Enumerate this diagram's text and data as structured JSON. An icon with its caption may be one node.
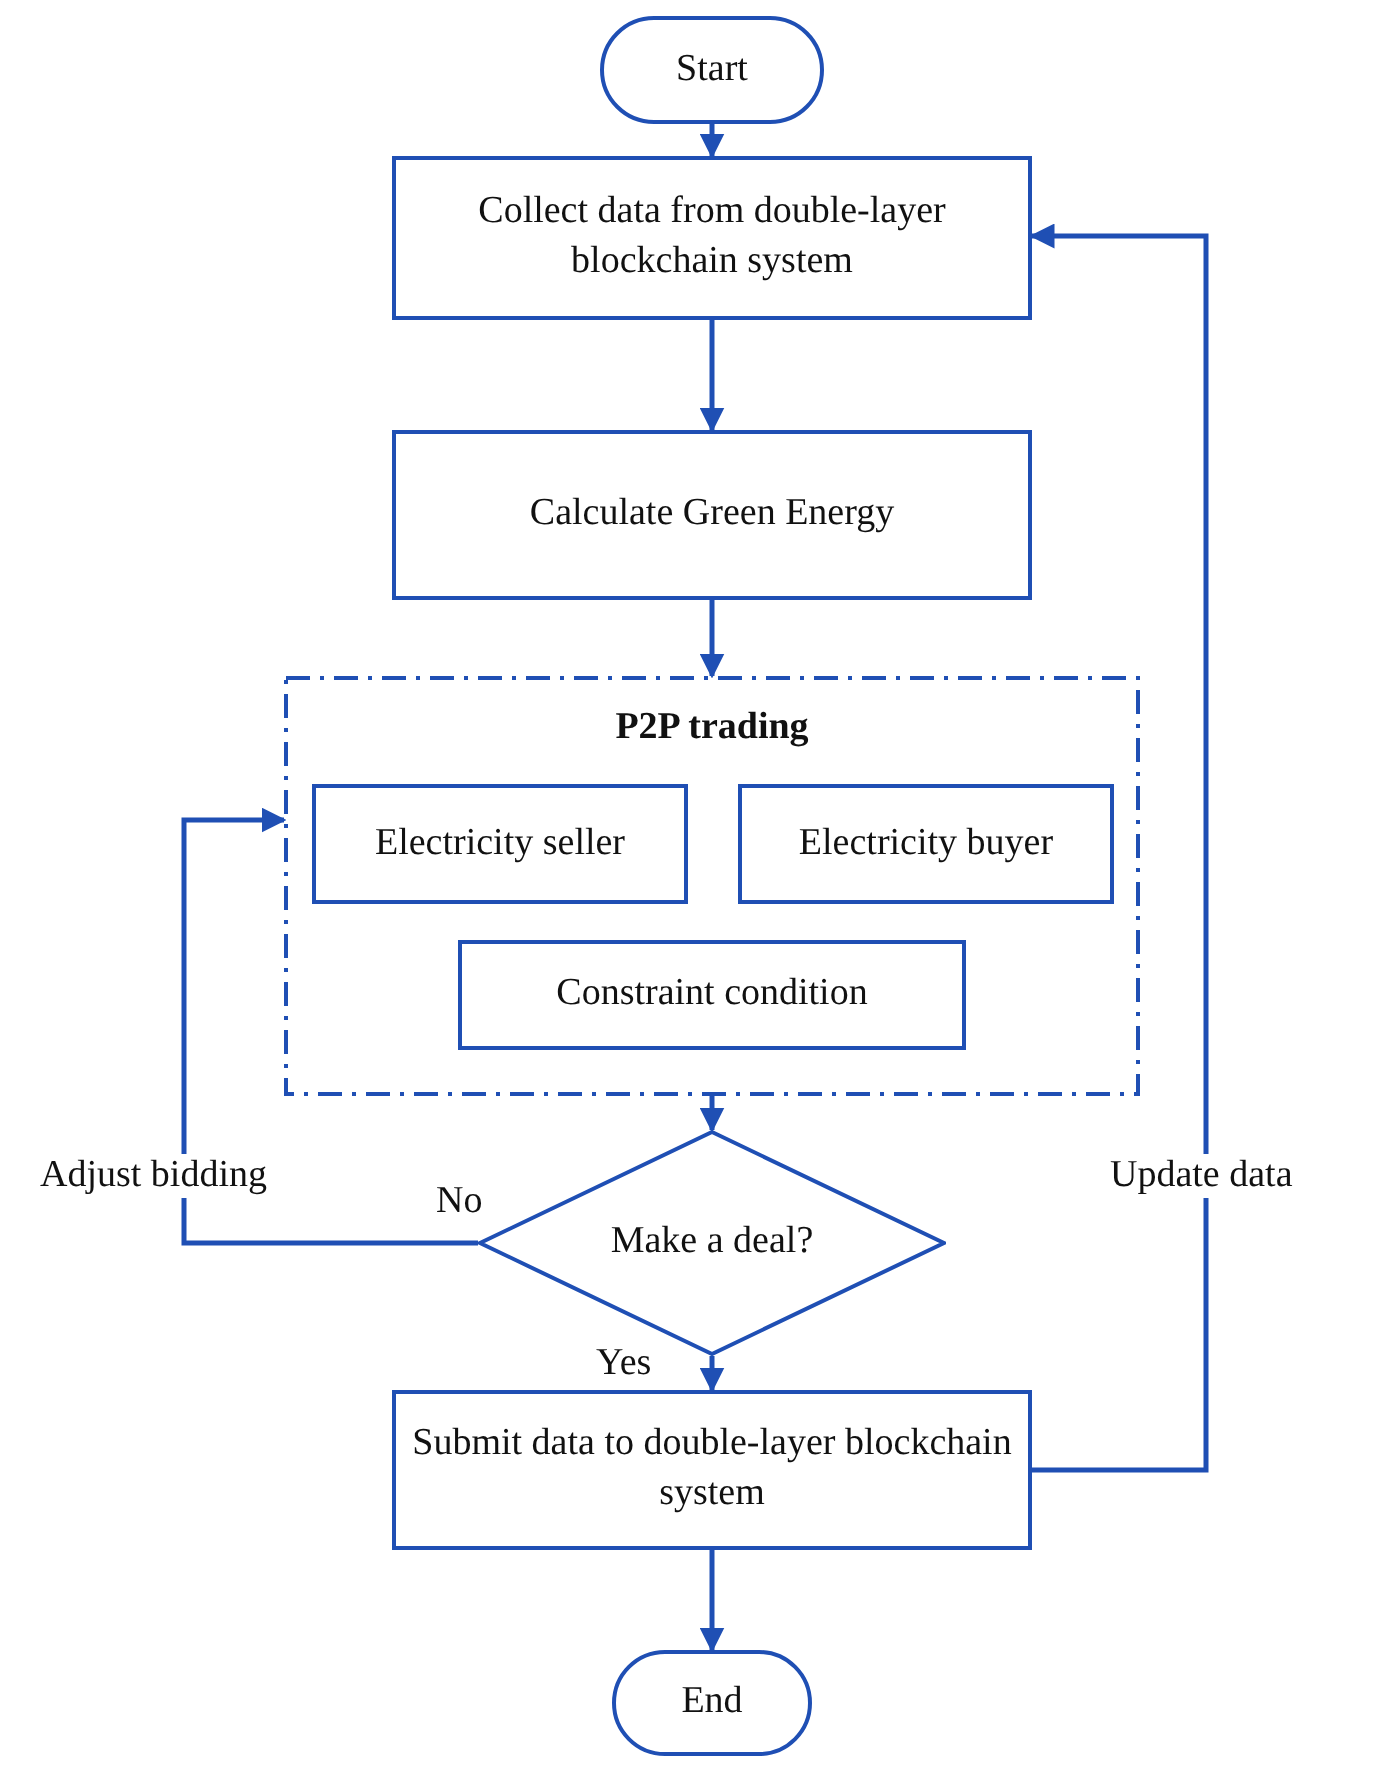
{
  "diagram": {
    "nodes": [
      {
        "text": [
          "Start"
        ]
      },
      {
        "text": [
          "Collect data from double-layer blockchain system"
        ]
      },
      {
        "text": [
          "Calculate Green Energy"
        ]
      },
      {
        "text": [
          "P2P trading"
        ]
      },
      {
        "text": [
          "Electricity seller"
        ],
        "in": 3
      },
      {
        "text": [
          "Electricity buyer"
        ],
        "in": 3
      },
      {
        "text": [
          "Constraint condition"
        ],
        "in": 3
      },
      {
        "text": [
          "Make a deal?"
        ]
      },
      {
        "text": [
          "Submit data to double-layer blockchain system"
        ]
      },
      {
        "text": [
          "End"
        ]
      }
    ],
    "edges": [
      {
        "from": 0,
        "to": 1,
        "arrow": "to"
      },
      {
        "from": 1,
        "to": 2,
        "arrow": "to"
      },
      {
        "from": 2,
        "to": 3,
        "arrow": "to"
      },
      {
        "from": 3,
        "to": 7,
        "arrow": "to"
      },
      {
        "from": 7,
        "to": 8,
        "arrow": "to",
        "label": "Yes"
      },
      {
        "from": 7,
        "to": 3,
        "arrow": "to",
        "label": "No"
      },
      {
        "from": 8,
        "to": 9,
        "arrow": "to"
      },
      {
        "from": 8,
        "to": 1,
        "arrow": "to"
      }
    ],
    "labels": [
      "Adjust bidding",
      "Update data"
    ]
  }
}
